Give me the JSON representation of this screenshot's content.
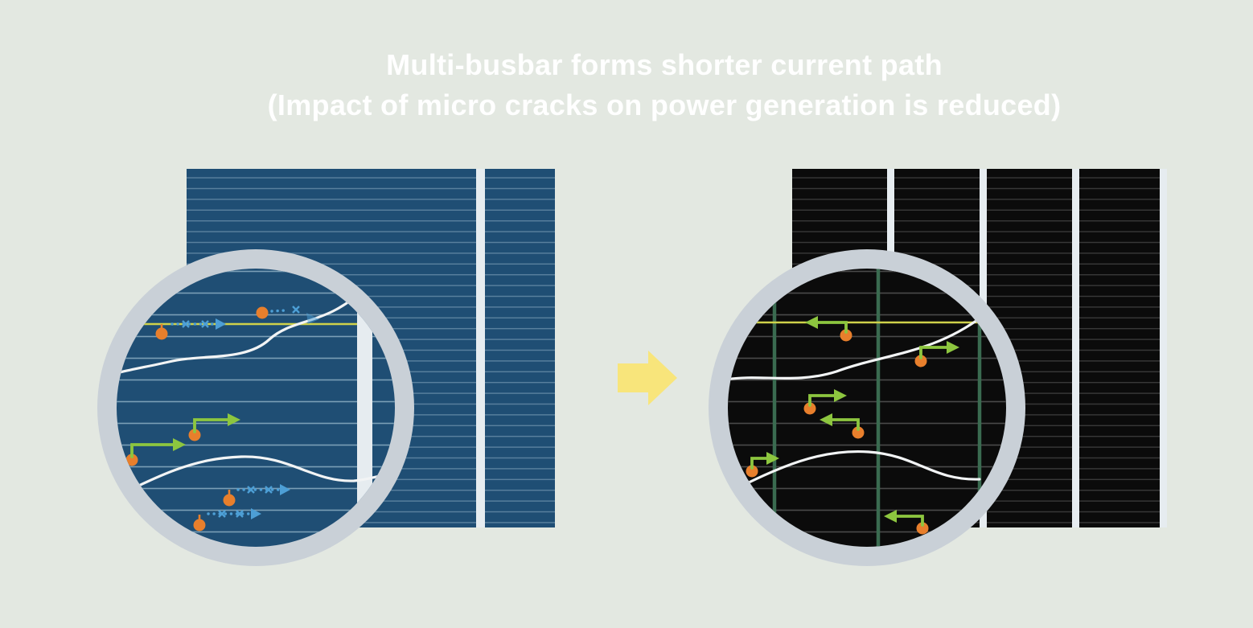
{
  "title": {
    "line1": "Multi-busbar forms shorter current path",
    "line2": "(Impact of micro cracks on power generation is reduced)"
  },
  "icons": {
    "transition_arrow": "right-block-arrow",
    "magnifier": "magnifier-circle",
    "blocked_mark": "x-mark"
  },
  "colors": {
    "background": "#e3e8e1",
    "title_text": "#ffffff",
    "cell_blue": "#1f4e74",
    "finger_blue": "#5f86a2",
    "finger_blue_zoom": "#7b9fb6",
    "cell_black": "#0b0b0b",
    "finger_black": "#3c3c3c",
    "finger_black_zoom": "#4a4a4a",
    "busbar_light": "#e6ecf0",
    "busbar_green": "#3a6b50",
    "magnifier_ring": "#c9d0d7",
    "crack_white": "#f2f4f5",
    "carrier_orange": "#e87f2c",
    "flow_green": "#8dc63f",
    "blocked_blue": "#4d9fd6",
    "highlight_yellow": "#cfd24a",
    "transition_arrow": "#f8e57b"
  }
}
